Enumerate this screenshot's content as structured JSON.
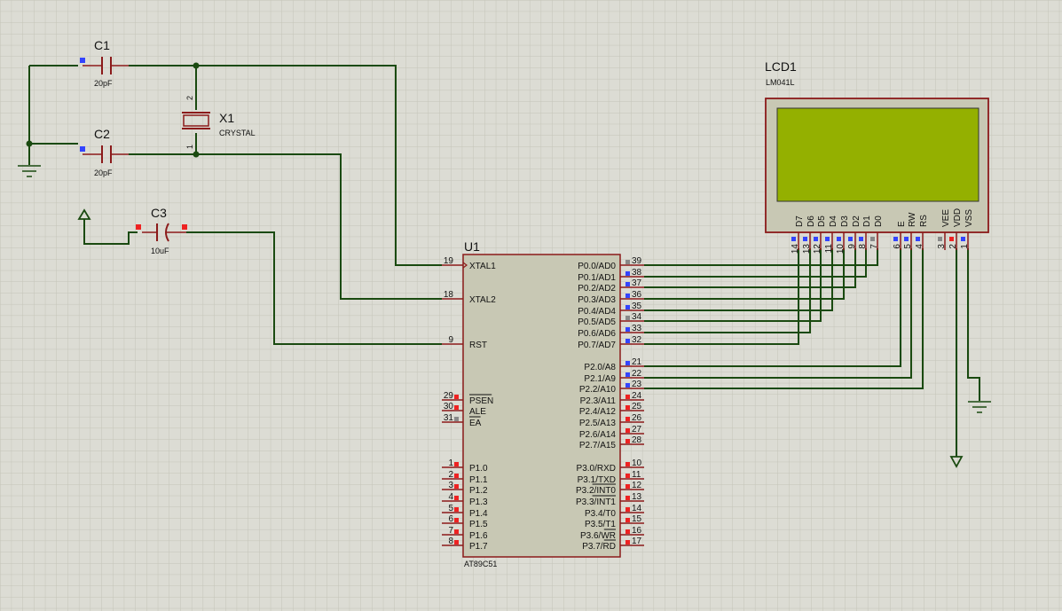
{
  "colors": {
    "background": "#dcdcd4",
    "grid": "#c4c4b8",
    "wire": "#1a4a10",
    "body_outline": "#8b1a1a",
    "chip_fill": "#c8c8b4",
    "lcd_bezel": "#c8c8b4",
    "lcd_screen": "#94b000",
    "pin_blue": "#3344ff",
    "pin_red": "#ee2222",
    "pin_gray": "#888888",
    "text": "#111111"
  },
  "capacitors": {
    "c1": {
      "ref": "C1",
      "value": "20pF"
    },
    "c2": {
      "ref": "C2",
      "value": "20pF"
    },
    "c3": {
      "ref": "C3",
      "value": "10uF"
    }
  },
  "crystal": {
    "ref": "X1",
    "value": "CRYSTAL",
    "pin_top": "2",
    "pin_bottom": "1"
  },
  "mcu": {
    "ref": "U1",
    "part": "AT89C51",
    "left_pins": [
      {
        "num": "19",
        "name": "XTAL1"
      },
      {
        "num": "18",
        "name": "XTAL2"
      },
      {
        "num": "9",
        "name": "RST"
      },
      {
        "num": "29",
        "name": "PSEN"
      },
      {
        "num": "30",
        "name": "ALE"
      },
      {
        "num": "31",
        "name": "EA"
      },
      {
        "num": "1",
        "name": "P1.0"
      },
      {
        "num": "2",
        "name": "P1.1"
      },
      {
        "num": "3",
        "name": "P1.2"
      },
      {
        "num": "4",
        "name": "P1.3"
      },
      {
        "num": "5",
        "name": "P1.4"
      },
      {
        "num": "6",
        "name": "P1.5"
      },
      {
        "num": "7",
        "name": "P1.6"
      },
      {
        "num": "8",
        "name": "P1.7"
      }
    ],
    "right_pins": [
      {
        "num": "39",
        "name": "P0.0/AD0"
      },
      {
        "num": "38",
        "name": "P0.1/AD1"
      },
      {
        "num": "37",
        "name": "P0.2/AD2"
      },
      {
        "num": "36",
        "name": "P0.3/AD3"
      },
      {
        "num": "35",
        "name": "P0.4/AD4"
      },
      {
        "num": "34",
        "name": "P0.5/AD5"
      },
      {
        "num": "33",
        "name": "P0.6/AD6"
      },
      {
        "num": "32",
        "name": "P0.7/AD7"
      },
      {
        "num": "21",
        "name": "P2.0/A8"
      },
      {
        "num": "22",
        "name": "P2.1/A9"
      },
      {
        "num": "23",
        "name": "P2.2/A10"
      },
      {
        "num": "24",
        "name": "P2.3/A11"
      },
      {
        "num": "25",
        "name": "P2.4/A12"
      },
      {
        "num": "26",
        "name": "P2.5/A13"
      },
      {
        "num": "27",
        "name": "P2.6/A14"
      },
      {
        "num": "28",
        "name": "P2.7/A15"
      },
      {
        "num": "10",
        "name": "P3.0/RXD"
      },
      {
        "num": "11",
        "name": "P3.1/TXD"
      },
      {
        "num": "12",
        "name": "P3.2/INT0"
      },
      {
        "num": "13",
        "name": "P3.3/INT1"
      },
      {
        "num": "14",
        "name": "P3.4/T0"
      },
      {
        "num": "15",
        "name": "P3.5/T1"
      },
      {
        "num": "16",
        "name": "P3.6/WR"
      },
      {
        "num": "17",
        "name": "P3.7/RD"
      }
    ]
  },
  "lcd": {
    "ref": "LCD1",
    "part": "LM041L",
    "pins": [
      {
        "name": "D7",
        "num": "14"
      },
      {
        "name": "D6",
        "num": "13"
      },
      {
        "name": "D5",
        "num": "12"
      },
      {
        "name": "D4",
        "num": "11"
      },
      {
        "name": "D3",
        "num": "10"
      },
      {
        "name": "D2",
        "num": "9"
      },
      {
        "name": "D1",
        "num": "8"
      },
      {
        "name": "D0",
        "num": "7"
      },
      {
        "name": "E",
        "num": "6"
      },
      {
        "name": "RW",
        "num": "5"
      },
      {
        "name": "RS",
        "num": "4"
      },
      {
        "name": "VEE",
        "num": "3"
      },
      {
        "name": "VDD",
        "num": "2"
      },
      {
        "name": "VSS",
        "num": "1"
      }
    ]
  }
}
